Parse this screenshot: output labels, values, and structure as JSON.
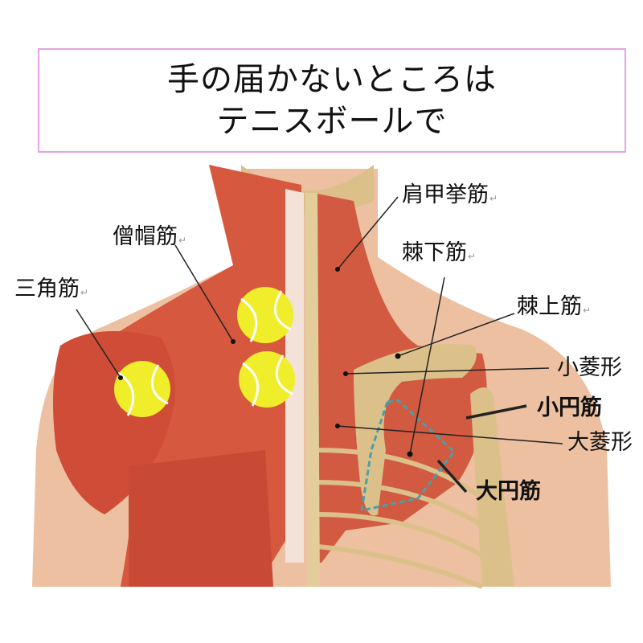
{
  "title": {
    "line1": "手の届かないところは",
    "line2": "テニスボールで"
  },
  "labels": {
    "levator_scapulae": "肩甲挙筋",
    "infraspinatus": "棘下筋",
    "supraspinatus": "棘上筋",
    "rhomboid_minor": "小菱形",
    "teres_minor": "小円筋",
    "rhomboid_major": "大菱形",
    "teres_major": "大円筋",
    "trapezius": "僧帽筋",
    "deltoid": "三角筋",
    "return_mark": "↵"
  },
  "colors": {
    "title_border": "#e6a3e6",
    "skin": "#ecc0a0",
    "muscle": "#d6583e",
    "bone": "#dcc08a",
    "ball": "#f0ee2a",
    "dash": "#4a9ea8"
  }
}
